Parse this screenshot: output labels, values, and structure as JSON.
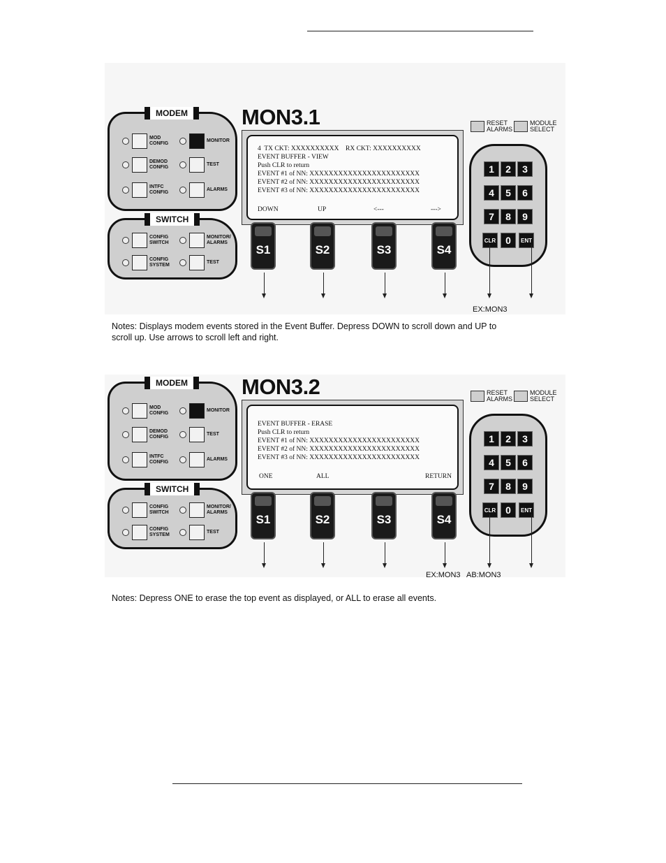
{
  "diagrams": [
    {
      "title": "MON3.1",
      "modem_panel": {
        "title": "MODEM",
        "buttons": [
          {
            "label": "MOD CONFIG",
            "active": false
          },
          {
            "label": "MONITOR",
            "active": true
          },
          {
            "label": "DEMOD CONFIG",
            "active": false
          },
          {
            "label": "TEST",
            "active": false
          },
          {
            "label": "INTFC CONFIG",
            "active": false
          },
          {
            "label": "ALARMS",
            "active": false
          }
        ]
      },
      "switch_panel": {
        "title": "SWITCH",
        "buttons": [
          {
            "label": "CONFIG SWITCH"
          },
          {
            "label": "MONITOR/ ALARMS"
          },
          {
            "label": "CONFIG SYSTEM"
          },
          {
            "label": "TEST"
          }
        ]
      },
      "legend": {
        "reset": "RESET ALARMS",
        "module": "MODULE SELECT"
      },
      "screen_lines": [
        "4  TX CKT: XXXXXXXXXX    RX CKT: XXXXXXXXXX",
        "EVENT BUFFER - VIEW",
        "Push CLR to return",
        "EVENT #1 of NN: XXXXXXXXXXXXXXXXXXXXXXX",
        "EVENT #2 of NN: XXXXXXXXXXXXXXXXXXXXXXX",
        "EVENT #3 of NN: XXXXXXXXXXXXXXXXXXXXXXX"
      ],
      "softkey_labels": [
        "DOWN",
        "UP",
        "<---",
        "--->"
      ],
      "soft_keys": [
        "S1",
        "S2",
        "S3",
        "S4"
      ],
      "keypad": [
        "1",
        "2",
        "3",
        "4",
        "5",
        "6",
        "7",
        "8",
        "9",
        "CLR",
        "0",
        "ENT"
      ],
      "arrow_labels": {
        "s4": "",
        "clr": "",
        "ent": "",
        "under_keypad": "EX:MON3"
      },
      "notes": "Notes: Displays modem events stored in the Event Buffer.  Depress DOWN to scroll down and UP to scroll up. Use arrows to scroll left and right."
    },
    {
      "title": "MON3.2",
      "modem_panel": {
        "title": "MODEM",
        "buttons": [
          {
            "label": "MOD CONFIG",
            "active": false
          },
          {
            "label": "MONITOR",
            "active": true
          },
          {
            "label": "DEMOD CONFIG",
            "active": false
          },
          {
            "label": "TEST",
            "active": false
          },
          {
            "label": "INTFC CONFIG",
            "active": false
          },
          {
            "label": "ALARMS",
            "active": false
          }
        ]
      },
      "switch_panel": {
        "title": "SWITCH",
        "buttons": [
          {
            "label": "CONFIG SWITCH"
          },
          {
            "label": "MONITOR/ ALARMS"
          },
          {
            "label": "CONFIG SYSTEM"
          },
          {
            "label": "TEST"
          }
        ]
      },
      "legend": {
        "reset": "RESET ALARMS",
        "module": "MODULE SELECT"
      },
      "screen_lines": [
        "EVENT BUFFER - ERASE",
        "Push CLR to return",
        "EVENT #1 of NN: XXXXXXXXXXXXXXXXXXXXXXX",
        "EVENT #2 of NN: XXXXXXXXXXXXXXXXXXXXXXX",
        "EVENT #3 of NN: XXXXXXXXXXXXXXXXXXXXXXX"
      ],
      "softkey_labels": [
        "ONE",
        "ALL",
        "",
        "RETURN"
      ],
      "soft_keys": [
        "S1",
        "S2",
        "S3",
        "S4"
      ],
      "keypad": [
        "1",
        "2",
        "3",
        "4",
        "5",
        "6",
        "7",
        "8",
        "9",
        "CLR",
        "0",
        "ENT"
      ],
      "arrow_labels": {
        "s4": "EX:MON3",
        "clr": "AB:MON3",
        "ent": "",
        "under_keypad": ""
      },
      "notes": "Notes: Depress ONE to erase the top event as displayed, or ALL to erase all events."
    }
  ]
}
